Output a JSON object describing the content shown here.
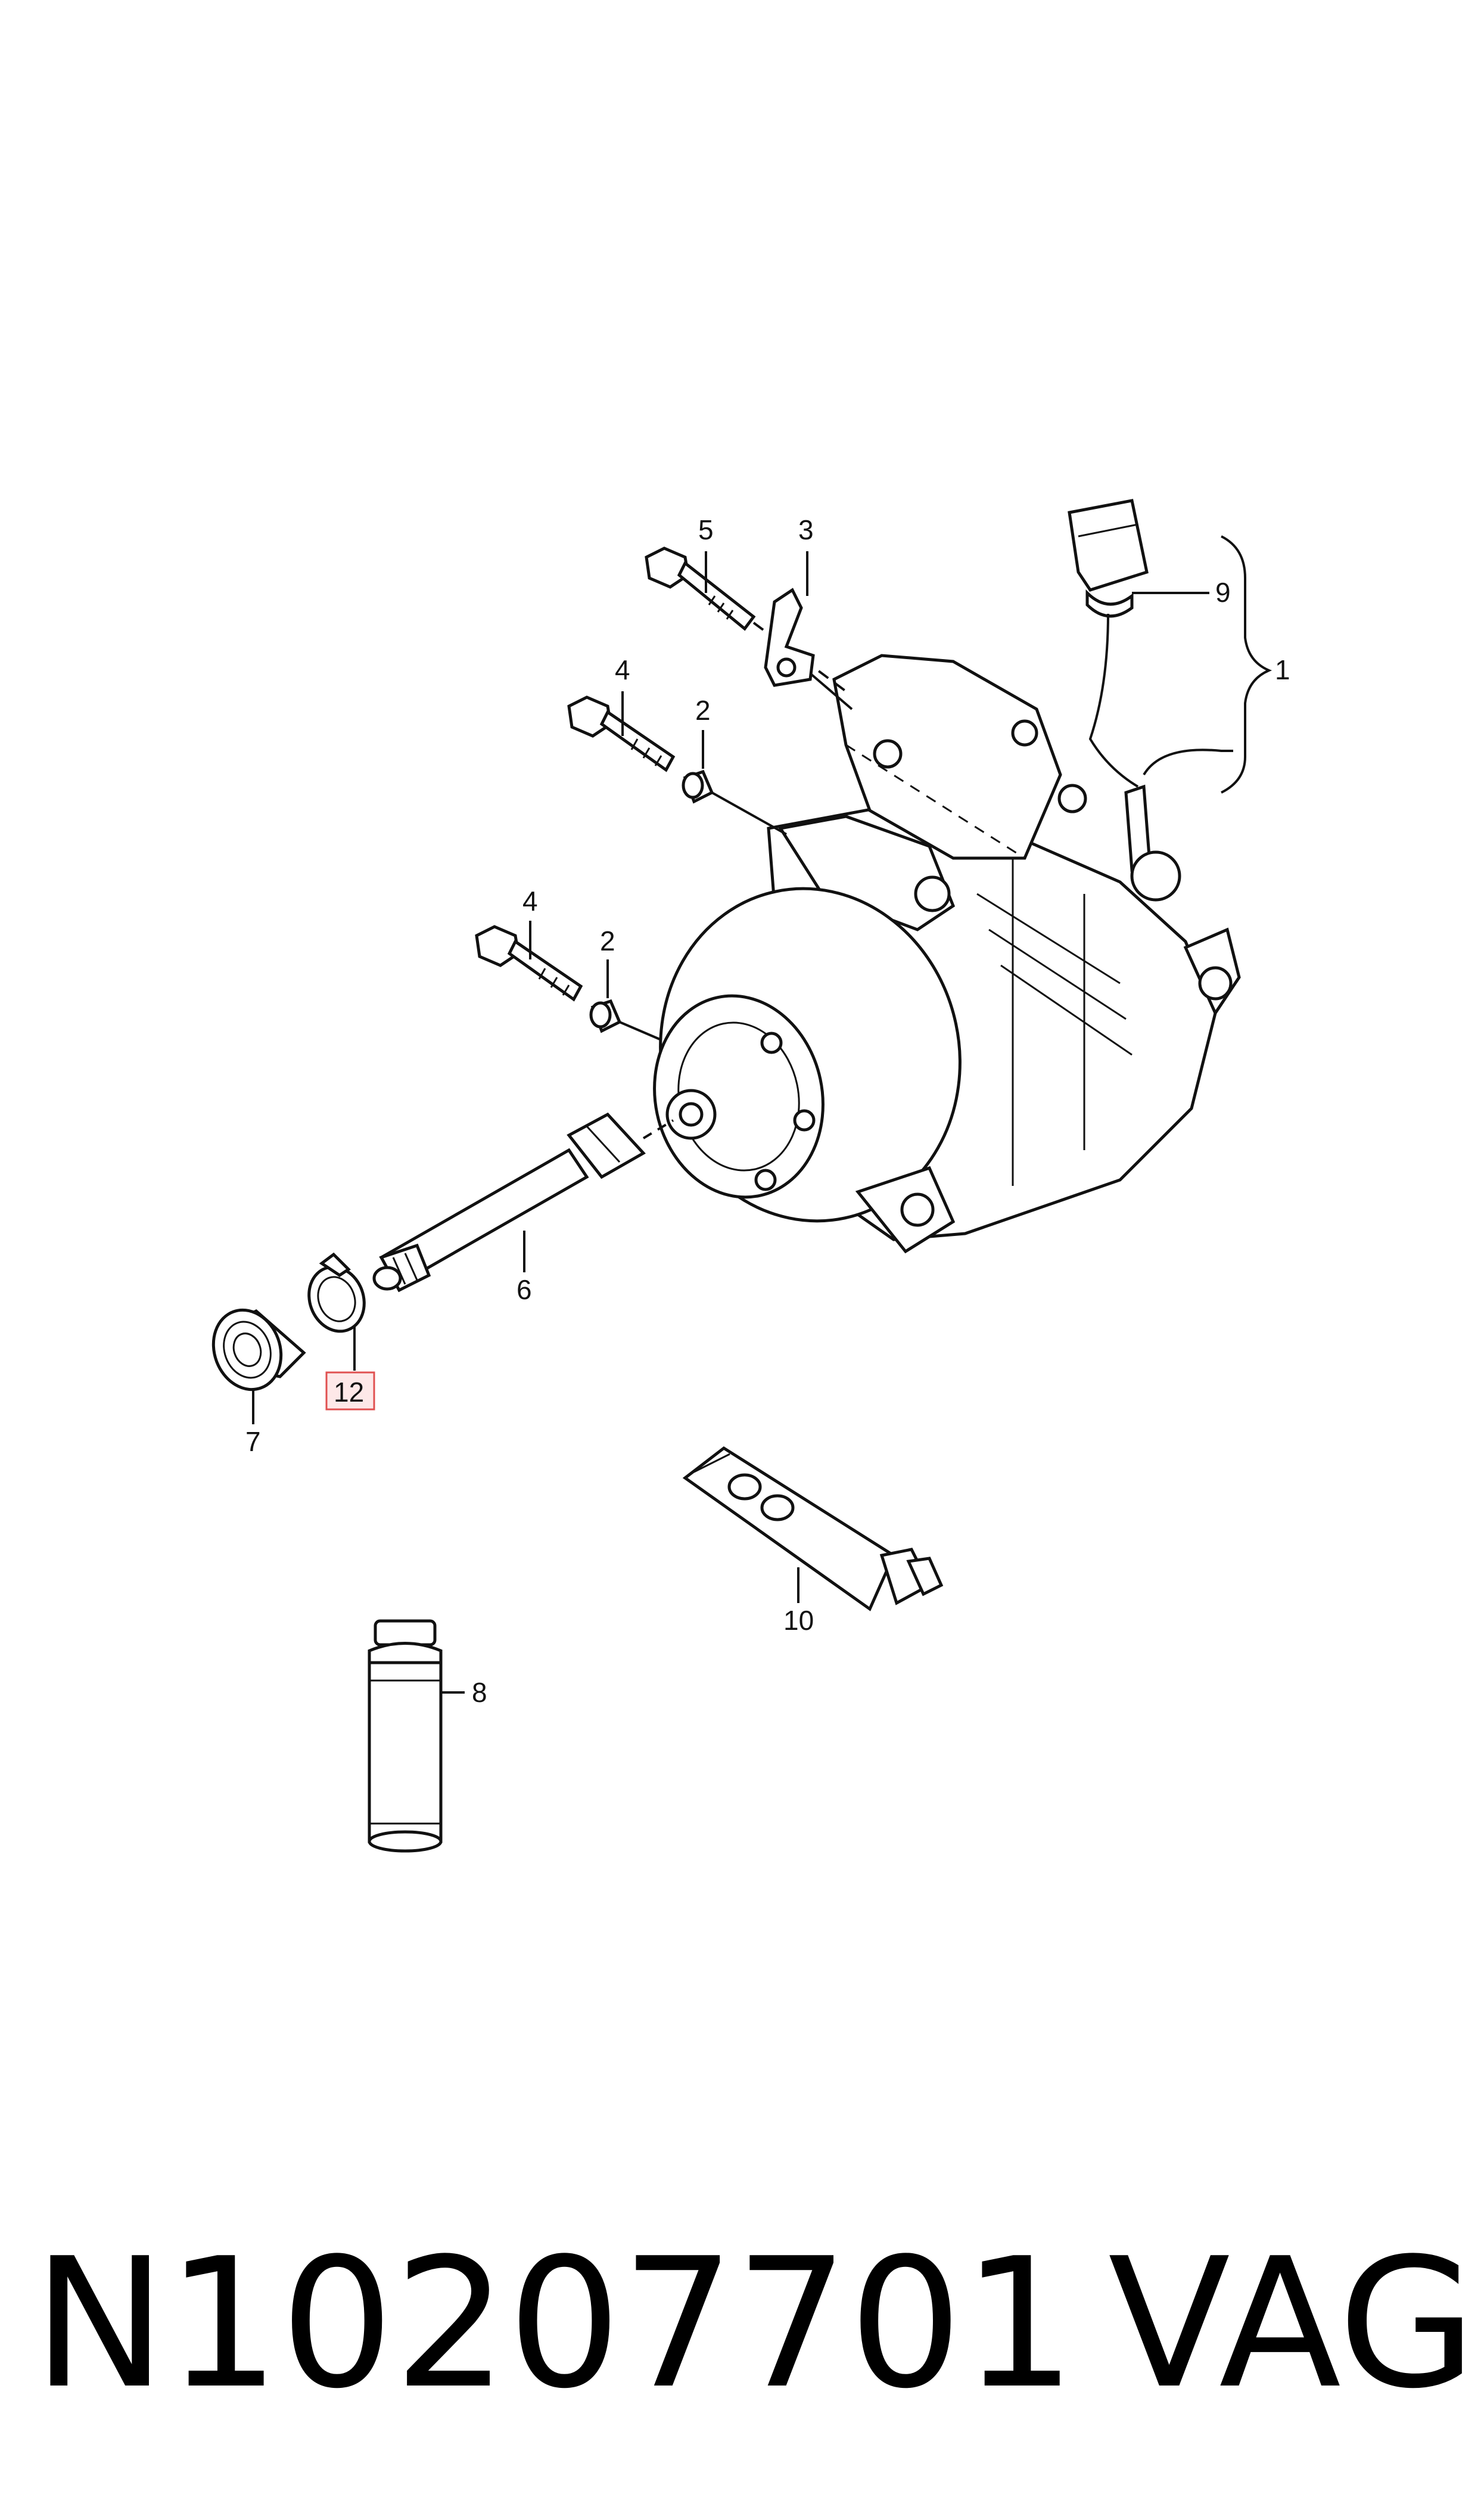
{
  "labels": {
    "c1": "1",
    "c2a": "2",
    "c2b": "2",
    "c3": "3",
    "c4a": "4",
    "c4b": "4",
    "c5": "5",
    "c6": "6",
    "c7": "7",
    "c8": "8",
    "c9": "9",
    "c10": "10",
    "c12": "12"
  },
  "caption": {
    "part_number": "N10207701",
    "brand": "VAG"
  },
  "colors": {
    "highlight_border": "#e05050",
    "highlight_fill": "#fde8e8"
  }
}
